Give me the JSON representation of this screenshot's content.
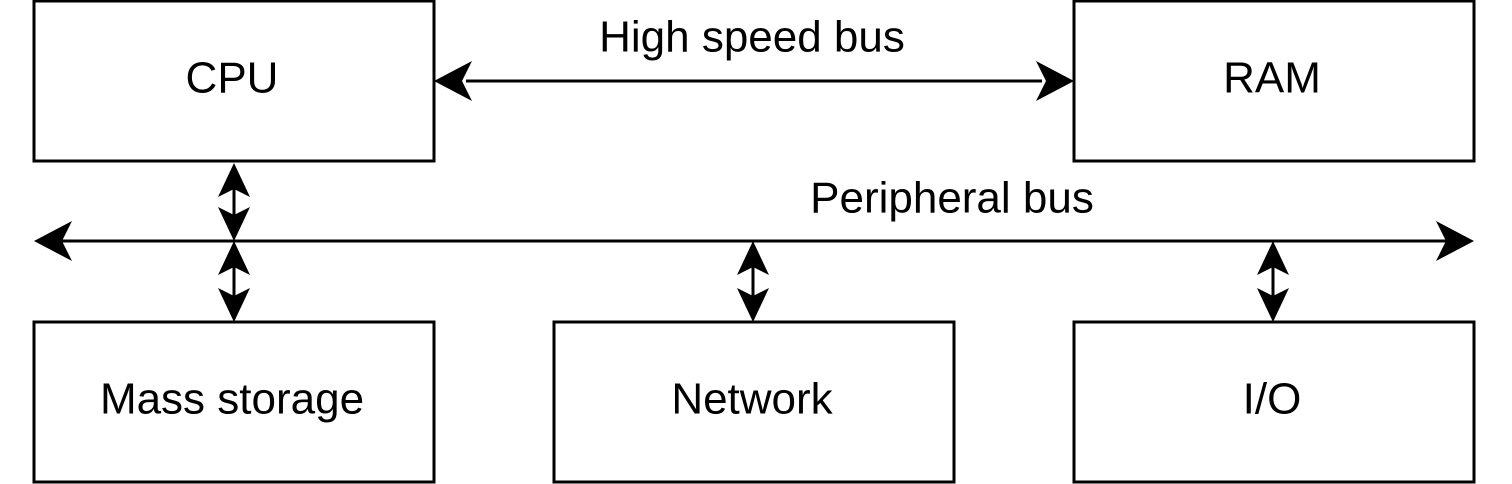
{
  "nodes": {
    "cpu": "CPU",
    "ram": "RAM",
    "mass_storage": "Mass storage",
    "network": "Network",
    "io": "I/O"
  },
  "buses": {
    "high_speed": "High speed bus",
    "peripheral": "Peripheral bus"
  }
}
